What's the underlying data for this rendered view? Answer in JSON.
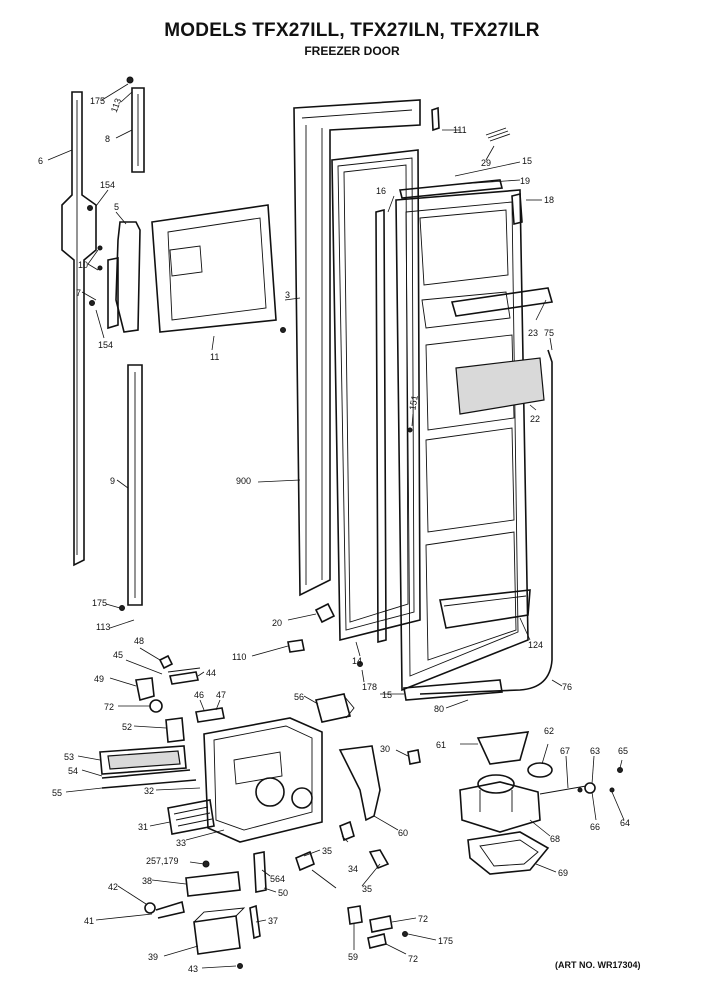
{
  "header": {
    "title": "MODELS TFX27ILL, TFX27ILN, TFX27ILR",
    "subtitle": "FREEZER DOOR"
  },
  "footer": {
    "art_no": "(ART NO. WR17304)"
  },
  "part_labels": [
    "175",
    "113",
    "6",
    "8",
    "111",
    "29",
    "15",
    "16",
    "19",
    "18",
    "154",
    "5",
    "10",
    "7",
    "154",
    "3",
    "11",
    "23",
    "75",
    "151",
    "22",
    "9",
    "900",
    "175",
    "113",
    "20",
    "124",
    "48",
    "110",
    "14",
    "45",
    "44",
    "178",
    "15",
    "76",
    "49",
    "46",
    "47",
    "56",
    "72",
    "80",
    "52",
    "61",
    "62",
    "67",
    "63",
    "65",
    "53",
    "30",
    "54",
    "55",
    "32",
    "31",
    "33",
    "60",
    "66",
    "64",
    "68",
    "257,179",
    "35",
    "564",
    "34",
    "38",
    "50",
    "42",
    "35",
    "69",
    "41",
    "37",
    "72",
    "39",
    "43",
    "59",
    "175",
    "72"
  ]
}
